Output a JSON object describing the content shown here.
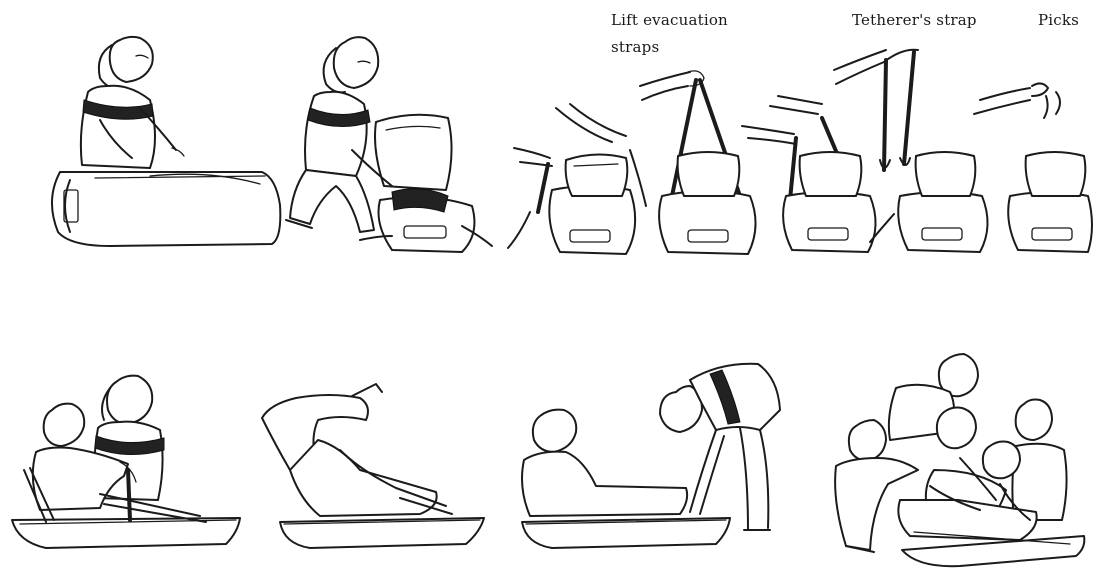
{
  "labels": {
    "lift_straps_line1": "Lift evacuation",
    "lift_straps_line2": "straps",
    "tetherer_strap": "Tetherer's strap",
    "picks": "Picks"
  },
  "colors": {
    "ink": "#1b1b1b",
    "paper": "#ffffff"
  }
}
